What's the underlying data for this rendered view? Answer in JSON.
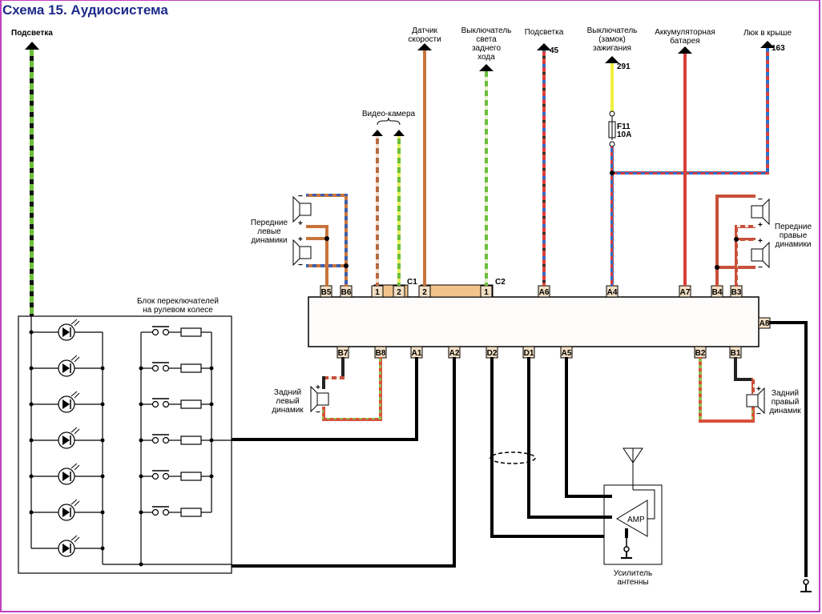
{
  "title": "Схема 15. Аудиосистема",
  "colors": {
    "title": "#1e2a8a",
    "wire_green": "#6cbf3a",
    "wire_brown": "#c8743a",
    "wire_red": "#d9403a",
    "wire_blue": "#2a6fd0",
    "wire_yellow": "#f0f040",
    "pin_fill": "#f3dfc4",
    "connector_fill": "#f2c48c",
    "frame": "#c040c0"
  },
  "top_labels": {
    "backlight_left": "Подсветка",
    "speed_sensor": [
      "Датчик",
      "скорости"
    ],
    "reverse_switch": [
      "Выключатель",
      "света",
      "заднего",
      "хода"
    ],
    "backlight": "Подсветка",
    "backlight_num": "45",
    "ignition_switch": [
      "Выключатель",
      "(замок)",
      "зажигания"
    ],
    "ignition_num": "291",
    "battery": [
      "Аккумуляторная",
      "батарея"
    ],
    "sunroof": "Люк в крыше",
    "sunroof_num": "163"
  },
  "video_camera": "Видео-камера",
  "fuse": {
    "name": "F11",
    "rating": "10А"
  },
  "connectors": {
    "c1": "C1",
    "c2": "C2"
  },
  "pins_top": {
    "b5": "B5",
    "b6": "B6",
    "c1_1": "1",
    "c1_2": "2",
    "c2_2": "2",
    "c2_1": "1",
    "a6": "A6",
    "a4": "A4",
    "a7": "A7",
    "b4": "B4",
    "b3": "B3"
  },
  "pins_bottom": {
    "b7": "B7",
    "b8": "B8",
    "a1": "A1",
    "a2": "A2",
    "d2": "D2",
    "d1": "D1",
    "a5": "A5",
    "b2": "B2",
    "b1": "B1"
  },
  "pin_right": "A8",
  "speakers": {
    "front_left": [
      "Передние",
      "левые",
      "динамики"
    ],
    "front_right": [
      "Передние",
      "правые",
      "динамики"
    ],
    "rear_left": [
      "Задний",
      "левый",
      "динамик"
    ],
    "rear_right": [
      "Задний",
      "правый",
      "динамик"
    ],
    "plus": "+",
    "minus": "−"
  },
  "steering_block": [
    "Блок переключателей",
    "на рулевом колесе"
  ],
  "antenna_amp": {
    "label": [
      "Усилитель",
      "антенны"
    ],
    "amp": "AMP"
  }
}
